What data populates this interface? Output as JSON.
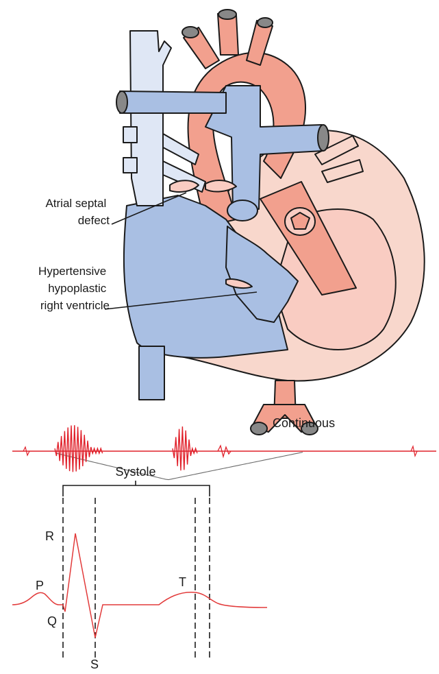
{
  "labels": {
    "atrial_septal_defect": [
      "Atrial septal",
      "defect"
    ],
    "hypertensive_rv": [
      "Hypertensive",
      "hypoplastic",
      "right ventricle"
    ],
    "continuous": "Continuous",
    "systole": "Systole",
    "ecg": {
      "p": "P",
      "q": "Q",
      "r": "R",
      "s": "S",
      "t": "T"
    }
  },
  "colors": {
    "venous_fill": "#a9bfe3",
    "venous_light": "#dfe7f5",
    "arterial_fill": "#f2a08e",
    "heart_pink": "#f8d7cc",
    "heart_inner": "#f9ccc2",
    "murmur_red": "#e0202a",
    "murmur_gray": "#6b6b6b",
    "ecg_red": "#e23a3a",
    "outline": "#1a1a1a"
  }
}
